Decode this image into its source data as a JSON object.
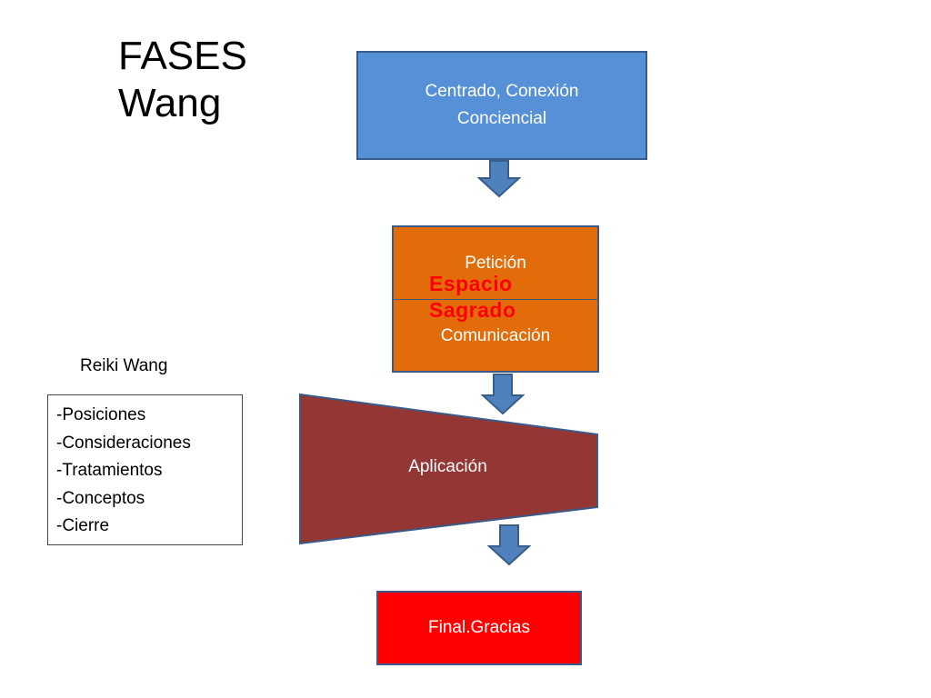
{
  "title": {
    "line1": "FASES",
    "line2": "Wang"
  },
  "steps": {
    "centrado": "Centrado, Conexión Conciencial",
    "peticion": "Petición",
    "comunicacion": "Comunicación",
    "overlay": "Espacio Sagrado",
    "aplicacion": "Aplicación",
    "final": "Final.Gracias"
  },
  "reiki": {
    "label": "Reiki Wang",
    "items": [
      "-Posiciones",
      "-Consideraciones",
      "-Tratamientos",
      "-Conceptos",
      "-Cierre"
    ]
  },
  "colors": {
    "blue_box": "#5690d6",
    "orange_box": "#e36c0a",
    "trapezoid": "#943634",
    "final_box": "#ff0000",
    "arrow": "#4f81bd",
    "overlay_text": "#ff0000"
  }
}
